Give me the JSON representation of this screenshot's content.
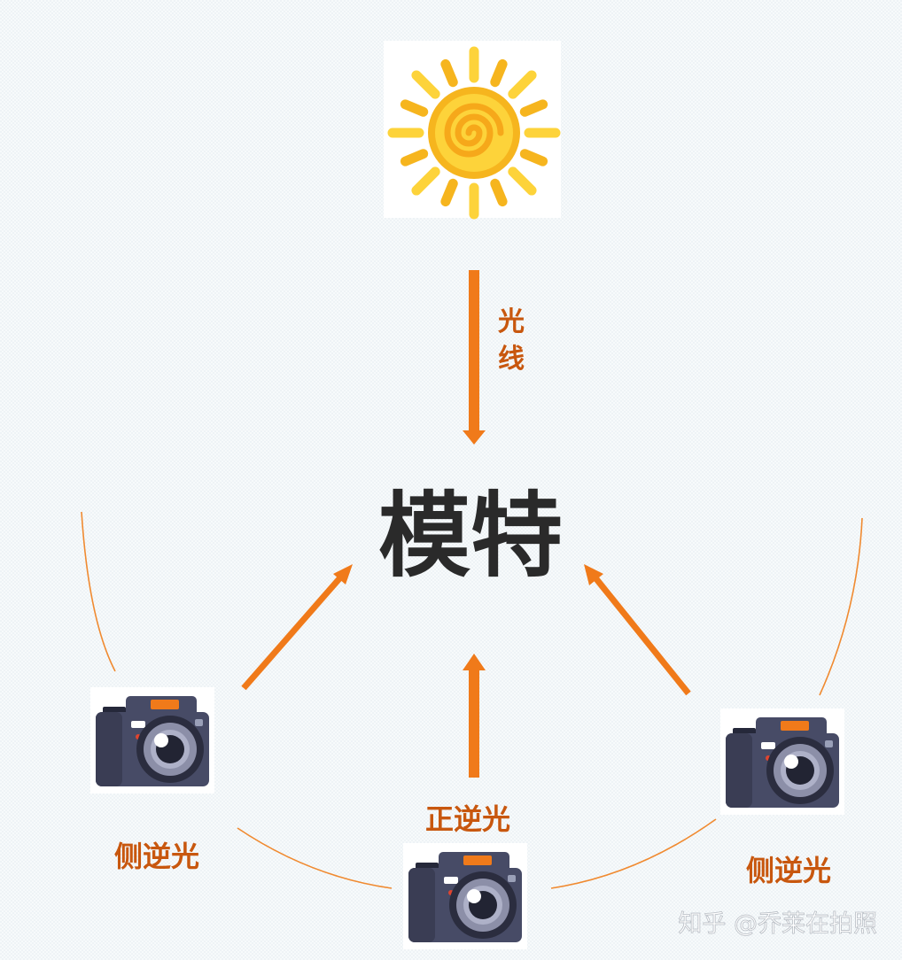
{
  "sun_icon": "sun-icon",
  "camera_icon": "camera-icon",
  "light_label_1": "光",
  "light_label_2": "线",
  "center_label": "模特",
  "front_backlight_label": "正逆光",
  "left_side_backlight_label": "侧逆光",
  "right_side_backlight_label": "侧逆光",
  "watermark": "知乎 @乔莱在拍照",
  "colors": {
    "arrow": "#f07a1a",
    "arc": "#f08a30",
    "label": "#c8570e",
    "center_text": "#2a2a2a"
  }
}
